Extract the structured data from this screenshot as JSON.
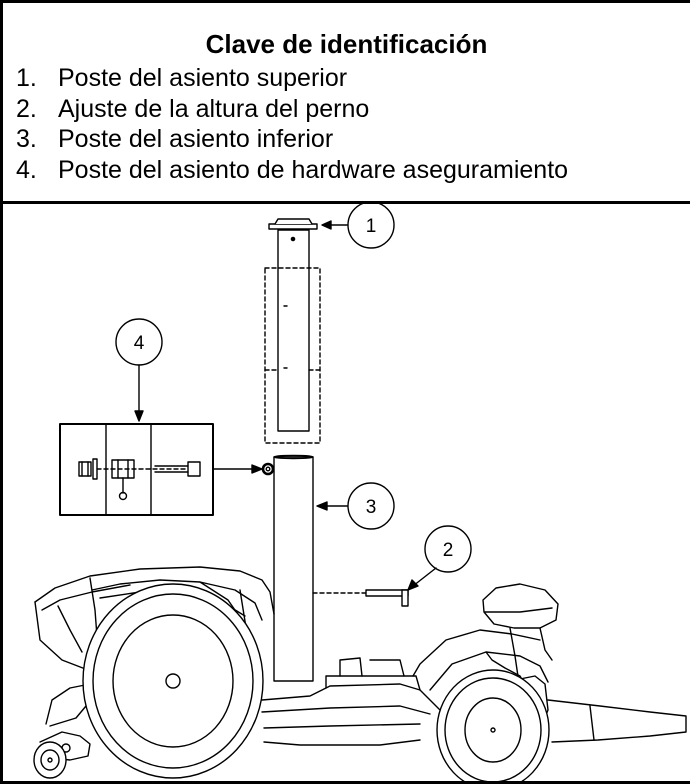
{
  "key": {
    "title": "Clave de identificación",
    "items": [
      {
        "number": "1.",
        "label": "Poste del asiento superior"
      },
      {
        "number": "2.",
        "label": "Ajuste de la altura del perno"
      },
      {
        "number": "3.",
        "label": "Poste del asiento inferior"
      },
      {
        "number": "4.",
        "label": "Poste del asiento de hardware aseguramiento"
      }
    ]
  },
  "callouts": [
    "1",
    "2",
    "3",
    "4"
  ]
}
